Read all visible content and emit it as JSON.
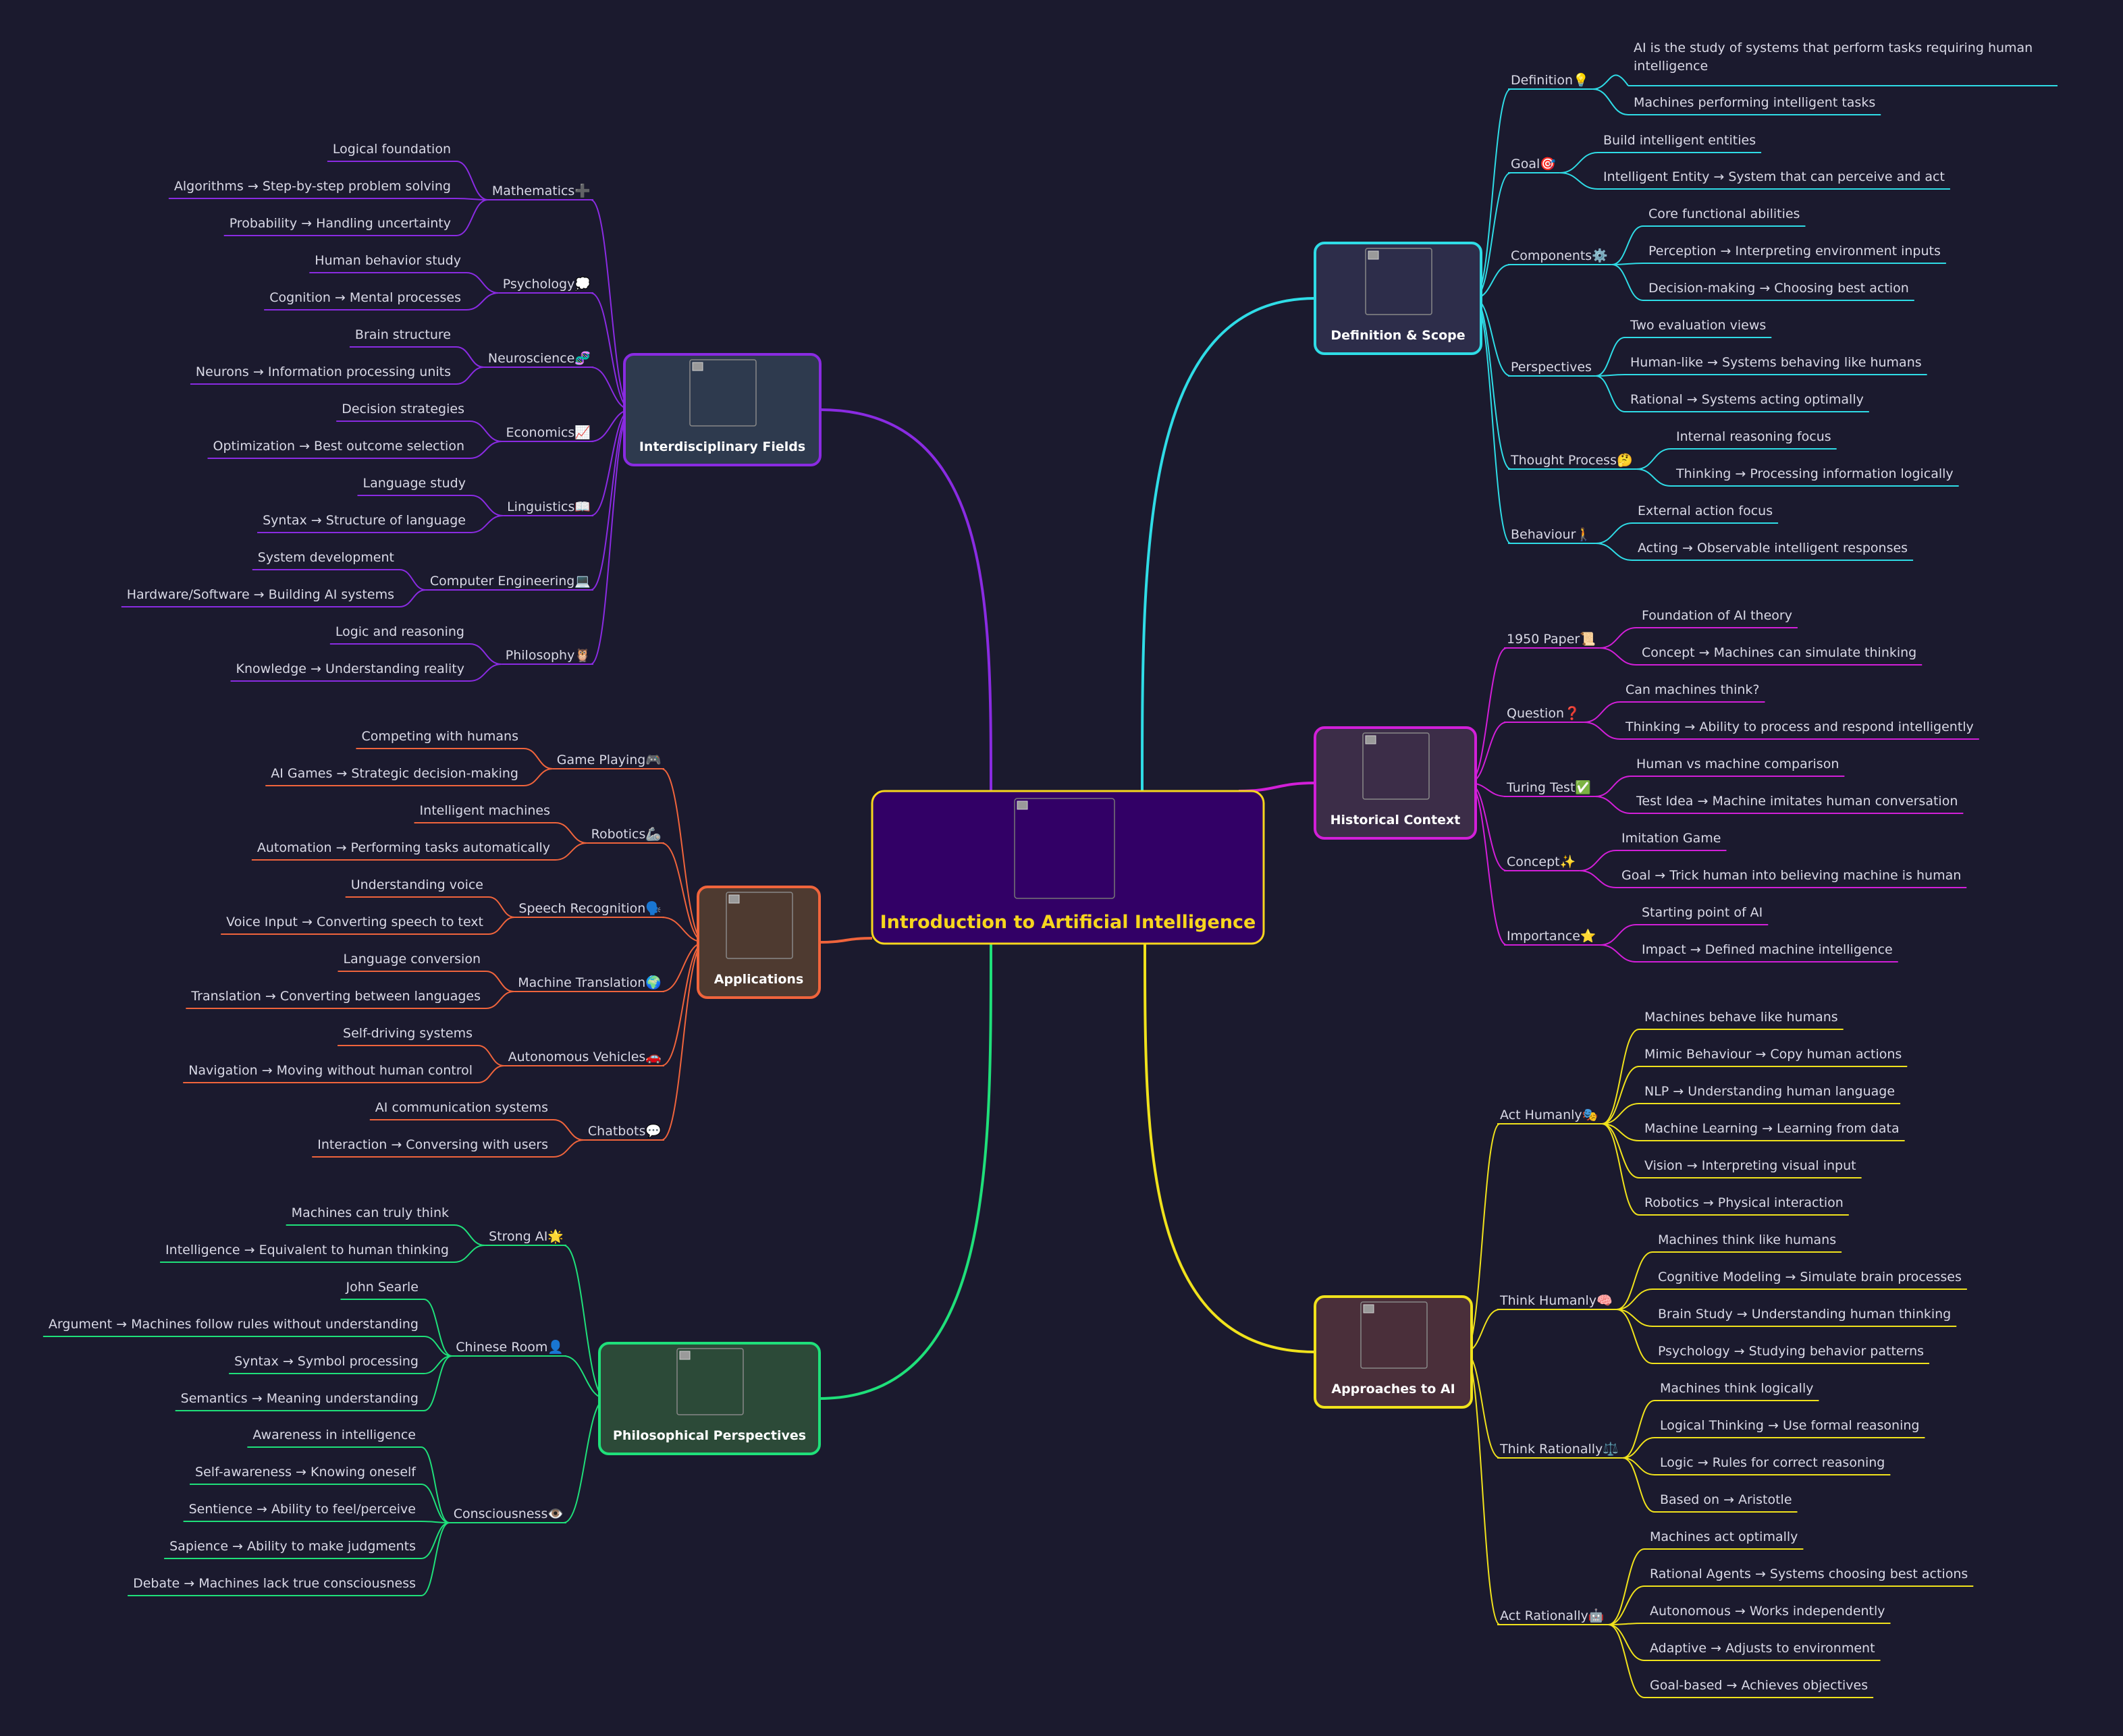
{
  "root": {
    "label": "Introduction to Artificial Intelligence",
    "color": "#f7d61e",
    "fill": "#320066"
  },
  "branches": [
    {
      "id": "definition",
      "label": "Definition & Scope",
      "color": "#2fdce6",
      "fill": "#2d2d4a",
      "topics": [
        {
          "label": "Definition💡",
          "leaves": [
            "AI is the study of systems that perform tasks requiring human intelligence",
            "Machines performing intelligent tasks"
          ]
        },
        {
          "label": "Goal🎯",
          "leaves": [
            "Build intelligent entities",
            "Intelligent Entity → System that can perceive and act"
          ]
        },
        {
          "label": "Components⚙️",
          "leaves": [
            "Core functional abilities",
            "Perception → Interpreting environment inputs",
            "Decision-making → Choosing best action"
          ]
        },
        {
          "label": "Perspectives",
          "leaves": [
            "Two evaluation views",
            "Human-like → Systems behaving like humans",
            "Rational → Systems acting optimally"
          ]
        },
        {
          "label": "Thought Process🤔",
          "leaves": [
            "Internal reasoning focus",
            "Thinking → Processing information logically"
          ]
        },
        {
          "label": "Behaviour🚶",
          "leaves": [
            "External action focus",
            "Acting → Observable intelligent responses"
          ]
        }
      ]
    },
    {
      "id": "history",
      "label": "Historical Context",
      "color": "#d21fd8",
      "fill": "#3c2d48",
      "topics": [
        {
          "label": "1950 Paper📜",
          "leaves": [
            "Foundation of AI theory",
            "Concept → Machines can simulate thinking"
          ]
        },
        {
          "label": "Question❓",
          "leaves": [
            "Can machines think?",
            "Thinking → Ability to process and respond intelligently"
          ]
        },
        {
          "label": "Turing Test✅",
          "leaves": [
            "Human vs machine comparison",
            "Test Idea → Machine imitates human conversation"
          ]
        },
        {
          "label": "Concept✨",
          "leaves": [
            "Imitation Game",
            "Goal → Trick human into believing machine is human"
          ]
        },
        {
          "label": "Importance⭐",
          "leaves": [
            "Starting point of AI",
            "Impact → Defined machine intelligence"
          ]
        }
      ]
    },
    {
      "id": "approaches",
      "label": "Approaches to AI",
      "color": "#f0e21c",
      "fill": "#4a2f3a",
      "topics": [
        {
          "label": "Act Humanly🎭",
          "leaves": [
            "Machines behave like humans",
            "Mimic Behaviour → Copy human actions",
            "NLP → Understanding human language",
            "Machine Learning → Learning from data",
            "Vision → Interpreting visual input",
            "Robotics → Physical interaction"
          ]
        },
        {
          "label": "Think Humanly🧠",
          "leaves": [
            "Machines think like humans",
            "Cognitive Modeling → Simulate brain processes",
            "Brain Study → Understanding human thinking",
            "Psychology → Studying behavior patterns"
          ]
        },
        {
          "label": "Think Rationally⚖️",
          "leaves": [
            "Machines think logically",
            "Logical Thinking → Use formal reasoning",
            "Logic → Rules for correct reasoning",
            "Based on → Aristotle"
          ]
        },
        {
          "label": "Act Rationally🤖",
          "leaves": [
            "Machines act optimally",
            "Rational Agents → Systems choosing best actions",
            "Autonomous → Works independently",
            "Adaptive → Adjusts to environment",
            "Goal-based → Achieves objectives"
          ]
        }
      ]
    },
    {
      "id": "interdisciplinary",
      "label": "Interdisciplinary Fields",
      "color": "#8a2be2",
      "fill": "#2e3a4e",
      "topics": [
        {
          "label": "Mathematics➕",
          "leaves": [
            "Logical foundation",
            "Algorithms → Step-by-step problem solving",
            "Probability → Handling uncertainty"
          ]
        },
        {
          "label": "Psychology💭",
          "leaves": [
            "Human behavior study",
            "Cognition → Mental processes"
          ]
        },
        {
          "label": "Neuroscience🧬",
          "leaves": [
            "Brain structure",
            "Neurons → Information processing units"
          ]
        },
        {
          "label": "Economics📈",
          "leaves": [
            "Decision strategies",
            "Optimization → Best outcome selection"
          ]
        },
        {
          "label": "Linguistics📖",
          "leaves": [
            "Language study",
            "Syntax → Structure of language"
          ]
        },
        {
          "label": "Computer Engineering💻",
          "leaves": [
            "System development",
            "Hardware/Software → Building AI systems"
          ]
        },
        {
          "label": "Philosophy🦉",
          "leaves": [
            "Logic and reasoning",
            "Knowledge → Understanding reality"
          ]
        }
      ]
    },
    {
      "id": "applications",
      "label": "Applications",
      "color": "#f0643c",
      "fill": "#4e3a30",
      "topics": [
        {
          "label": "Game Playing🎮",
          "leaves": [
            "Competing with humans",
            "AI Games → Strategic decision-making"
          ]
        },
        {
          "label": "Robotics🦾",
          "leaves": [
            "Intelligent machines",
            "Automation → Performing tasks automatically"
          ]
        },
        {
          "label": "Speech Recognition🗣️",
          "leaves": [
            "Understanding voice",
            "Voice Input → Converting speech to text"
          ]
        },
        {
          "label": "Machine Translation🌍",
          "leaves": [
            "Language conversion",
            "Translation → Converting between languages"
          ]
        },
        {
          "label": "Autonomous Vehicles🚗",
          "leaves": [
            "Self-driving systems",
            "Navigation → Moving without human control"
          ]
        },
        {
          "label": "Chatbots💬",
          "leaves": [
            "AI communication systems",
            "Interaction → Conversing with users"
          ]
        }
      ]
    },
    {
      "id": "philosophy",
      "label": "Philosophical Perspectives",
      "color": "#1fe07a",
      "fill": "#2c4a38",
      "topics": [
        {
          "label": "Strong AI🌟",
          "leaves": [
            "Machines can truly think",
            "Intelligence → Equivalent to human thinking"
          ]
        },
        {
          "label": "Chinese Room👤",
          "leaves": [
            "John Searle",
            "Argument → Machines follow rules without understanding",
            "Syntax → Symbol processing",
            "Semantics → Meaning understanding"
          ]
        },
        {
          "label": "Consciousness👁️",
          "leaves": [
            "Awareness in intelligence",
            "Self-awareness → Knowing oneself",
            "Sentience → Ability to feel/perceive",
            "Sapience → Ability to make judgments",
            "Debate → Machines lack true consciousness"
          ]
        }
      ]
    }
  ]
}
